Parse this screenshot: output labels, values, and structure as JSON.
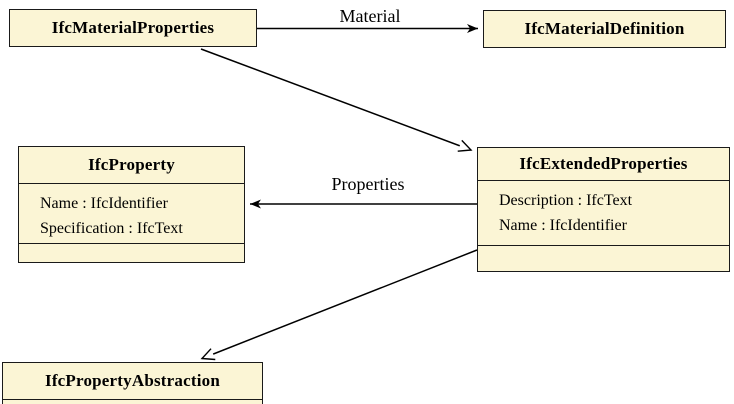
{
  "classes": [
    {
      "name": "IfcMaterialProperties",
      "attributes": []
    },
    {
      "name": "IfcMaterialDefinition",
      "attributes": []
    },
    {
      "name": "IfcProperty",
      "attributes": [
        "Name : IfcIdentifier",
        "Specification : IfcText"
      ]
    },
    {
      "name": "IfcExtendedProperties",
      "attributes": [
        "Description : IfcText",
        "Name : IfcIdentifier"
      ]
    },
    {
      "name": "IfcPropertyAbstraction",
      "attributes": []
    }
  ],
  "relationships": [
    {
      "type": "association",
      "label": "Material",
      "from": "IfcMaterialProperties",
      "to": "IfcMaterialDefinition"
    },
    {
      "type": "association",
      "label": "Properties",
      "from": "IfcExtendedProperties",
      "to": "IfcProperty"
    },
    {
      "type": "generalization",
      "label": "",
      "from": "IfcMaterialProperties",
      "to": "IfcExtendedProperties"
    },
    {
      "type": "generalization",
      "label": "",
      "from": "IfcExtendedProperties",
      "to": "IfcPropertyAbstraction"
    }
  ],
  "colors": {
    "box_fill": "#FBF5D5",
    "box_border": "#1a1a1a",
    "line_color": "#000000",
    "text_color": "#000000",
    "background": "#ffffff"
  }
}
